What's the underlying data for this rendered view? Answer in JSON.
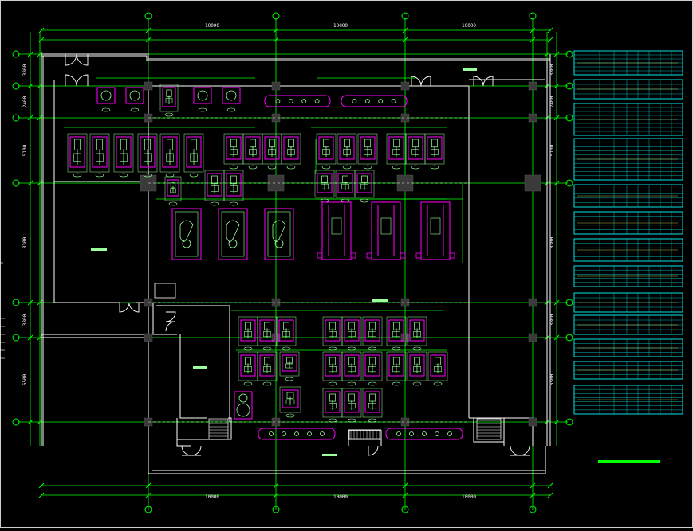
{
  "drawing": {
    "background": "#000000",
    "colors": {
      "grid": "#00ff00",
      "wall": "#ffffff",
      "equipment": "#ff00ff",
      "fixture": "#9cff9c",
      "column": "#3a3a3a",
      "table": "#00e5e5",
      "dimension_text": "#ffffff"
    }
  },
  "dimensions": {
    "top": [
      "10000",
      "10000",
      "10000"
    ],
    "bottom": [
      "10000",
      "10000",
      "10000"
    ],
    "left": [
      "3800",
      "2400",
      "5100",
      "8300",
      "3800",
      "6500"
    ],
    "right": [
      "3800",
      "2400",
      "5100",
      "8300",
      "3800",
      "6500"
    ]
  },
  "scale_bar": {
    "color": "#00ff00"
  }
}
